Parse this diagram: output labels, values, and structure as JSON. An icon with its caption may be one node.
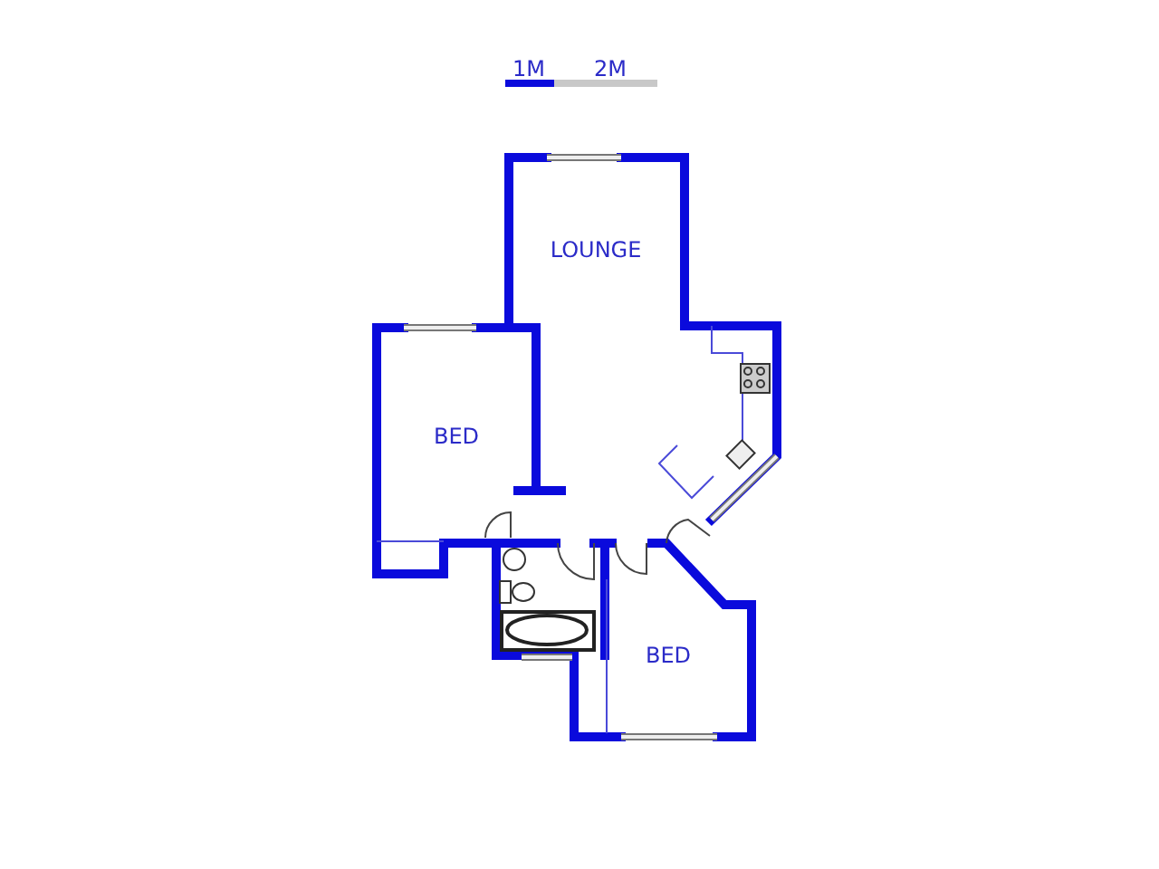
{
  "diagram": {
    "labels": [
      "1M",
      "2M",
      "LOUNGE",
      "BED",
      "BED"
    ]
  }
}
